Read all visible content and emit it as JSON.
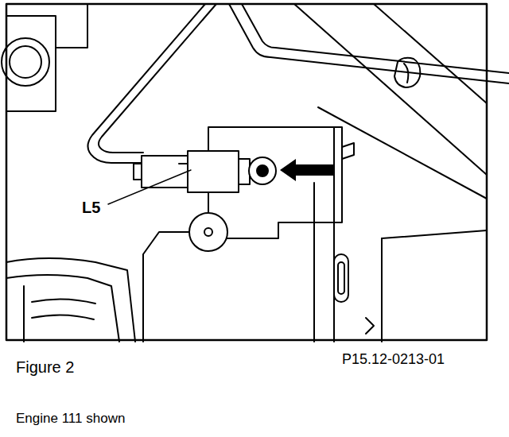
{
  "diagram": {
    "caption": "Figure 2",
    "labels": [
      "L5",
      "P15.12-0213-01",
      "Engine 111 shown"
    ]
  }
}
